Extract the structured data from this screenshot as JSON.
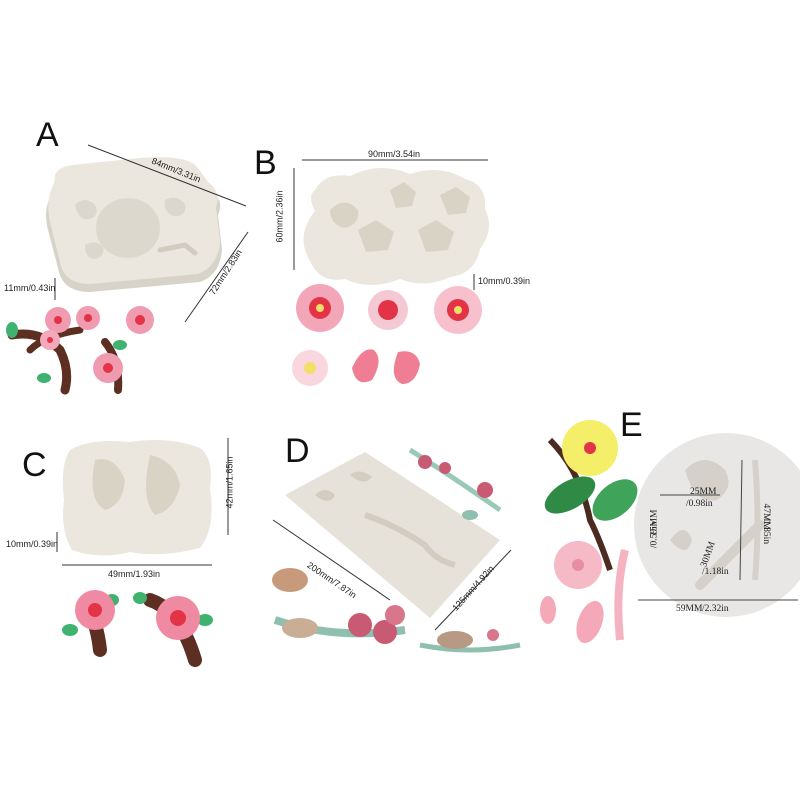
{
  "panels": [
    {
      "label": "A",
      "dims": [
        "84mm/3.31in",
        "72mm/2.83in",
        "11mm/0.43in"
      ]
    },
    {
      "label": "B",
      "dims": [
        "90mm/3.54in",
        "60mm/2.36in",
        "10mm/0.39in"
      ]
    },
    {
      "label": "C",
      "dims": [
        "42mm/1.65in",
        "10mm/0.39in",
        "49mm/1.93in"
      ]
    },
    {
      "label": "D",
      "dims": [
        "200mm/7.87in",
        "125mm/4.92in"
      ]
    },
    {
      "label": "E",
      "dims": [
        "25MM",
        "/0.98in",
        "15MM",
        "/0.59in",
        "30MM",
        "/1.18in",
        "47MM",
        "/1.85in",
        "59MM",
        "/2.32in"
      ]
    }
  ],
  "colors": {
    "mold": "#e9e5dd",
    "mold_shadow": "#d6d1c6",
    "pink": "#f19bb0",
    "red": "#e23446",
    "branch": "#5d2f22",
    "leaf": "#3fb26f",
    "teal_leaf": "#8fbfaf",
    "yellow": "#f4ee68"
  }
}
